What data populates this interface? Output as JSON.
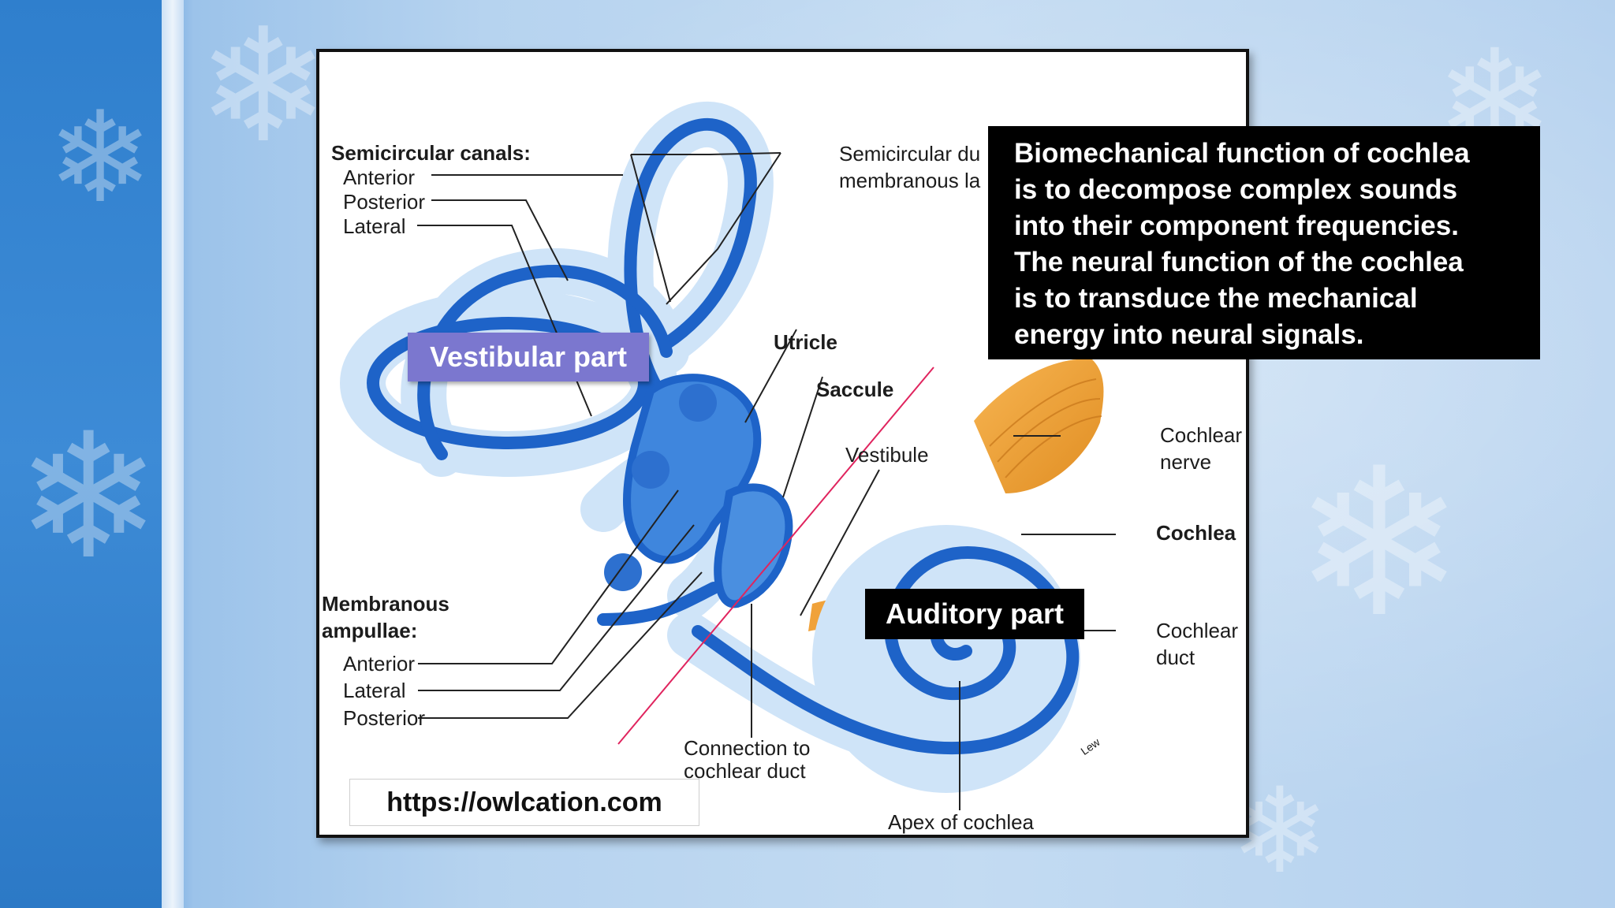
{
  "labels": {
    "semicircular_canals_heading": "Semicircular canals:",
    "canal_anterior": "Anterior",
    "canal_posterior": "Posterior",
    "canal_lateral": "Lateral",
    "semicircular_duct_line1": "Semicircular du",
    "semicircular_duct_line2": "membranous la",
    "utricle": "Utricle",
    "saccule": "Saccule",
    "vestibule": "Vestibule",
    "cochlear_nerve_line1": "Cochlear",
    "cochlear_nerve_line2": "nerve",
    "cochlea": "Cochlea",
    "cochlear_duct_line1": "Cochlear",
    "cochlear_duct_line2": "duct",
    "membranous_ampullae_line1": "Membranous",
    "membranous_ampullae_line2": "ampullae:",
    "ampulla_anterior": "Anterior",
    "ampulla_lateral": "Lateral",
    "ampulla_posterior": "Posterior",
    "connection_line1": "Connection to",
    "connection_line2": "cochlear duct",
    "apex_of_cochlea": "Apex of cochlea",
    "signature": "Lew"
  },
  "overlays": {
    "vestibular_part": "Vestibular part",
    "auditory_part": "Auditory part",
    "source_url": "https://owlcation.com"
  },
  "callout": {
    "lines": [
      "Biomechanical function of cochlea",
      "is to decompose complex sounds",
      "into their component frequencies.",
      "The neural function of the cochlea",
      "is to transduce the mechanical",
      "energy into neural signals."
    ]
  },
  "colors": {
    "duct_blue": "#1e63c8",
    "labyrinth_light": "#cfe4f8",
    "nerve_orange": "#f0a23a",
    "divider_red": "#e0245e",
    "vestibular_box": "#7b77cf"
  }
}
